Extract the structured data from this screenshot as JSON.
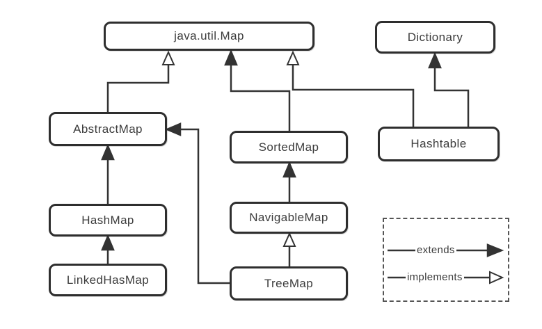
{
  "diagram": {
    "title_hint": "Java Map interface hierarchy",
    "nodes": [
      {
        "id": "java-util-map",
        "label": "java.util.Map"
      },
      {
        "id": "dictionary",
        "label": "Dictionary"
      },
      {
        "id": "abstractmap",
        "label": "AbstractMap"
      },
      {
        "id": "sortedmap",
        "label": "SortedMap"
      },
      {
        "id": "hashtable",
        "label": "Hashtable"
      },
      {
        "id": "hashmap",
        "label": "HashMap"
      },
      {
        "id": "navigablemap",
        "label": "NavigableMap"
      },
      {
        "id": "linkedhasmap",
        "label": "LinkedHasMap"
      },
      {
        "id": "treemap",
        "label": "TreeMap"
      }
    ],
    "edges": [
      {
        "from": "AbstractMap",
        "to": "java.util.Map",
        "type": "implements"
      },
      {
        "from": "SortedMap",
        "to": "java.util.Map",
        "type": "extends"
      },
      {
        "from": "Hashtable",
        "to": "java.util.Map",
        "type": "implements"
      },
      {
        "from": "Hashtable",
        "to": "Dictionary",
        "type": "extends"
      },
      {
        "from": "HashMap",
        "to": "AbstractMap",
        "type": "extends"
      },
      {
        "from": "LinkedHasMap",
        "to": "HashMap",
        "type": "extends"
      },
      {
        "from": "NavigableMap",
        "to": "SortedMap",
        "type": "extends"
      },
      {
        "from": "TreeMap",
        "to": "NavigableMap",
        "type": "implements"
      },
      {
        "from": "TreeMap",
        "to": "AbstractMap",
        "type": "extends"
      }
    ],
    "legend": {
      "extends_label": "extends",
      "implements_label": "implements"
    }
  },
  "colors": {
    "line": "#333333",
    "box_border": "#2e2e2e",
    "text": "#3c3c3c",
    "legend_border": "#555555",
    "background": "#ffffff"
  }
}
